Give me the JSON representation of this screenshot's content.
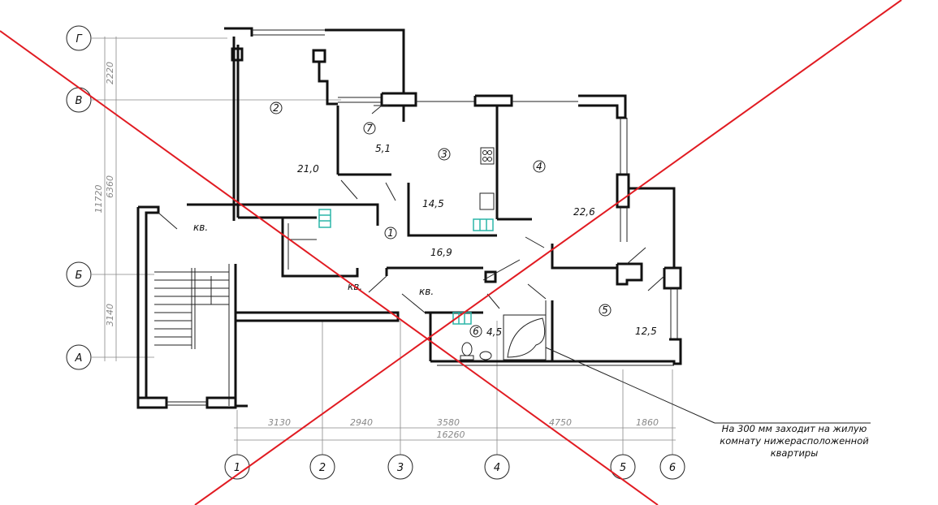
{
  "drawing": {
    "row_axes": [
      "Г",
      "В",
      "Б",
      "А"
    ],
    "col_axes": [
      "1",
      "2",
      "3",
      "4",
      "5",
      "6"
    ],
    "row_dimensions": {
      "g_v": "2220",
      "v_b": "6360",
      "total": "11720",
      "b_a": "3140"
    },
    "col_dimensions": [
      "3130",
      "2940",
      "3580",
      "4750",
      "1860"
    ],
    "col_total": "16260",
    "rooms": [
      {
        "num": "1",
        "area": "16,9"
      },
      {
        "num": "2",
        "area": "21,0"
      },
      {
        "num": "3",
        "area": "14,5"
      },
      {
        "num": "4",
        "area": "22,6"
      },
      {
        "num": "5",
        "area": "12,5"
      },
      {
        "num": "6",
        "area": "4,5"
      },
      {
        "num": "7",
        "area": "5,1"
      }
    ],
    "apartment_labels": [
      "кв.",
      "кв.",
      "кв."
    ],
    "note": [
      "На 300 мм заходит на жилую",
      "комнату нижерасположенной",
      "квартиры"
    ],
    "cancel_color": "#e11b22"
  }
}
